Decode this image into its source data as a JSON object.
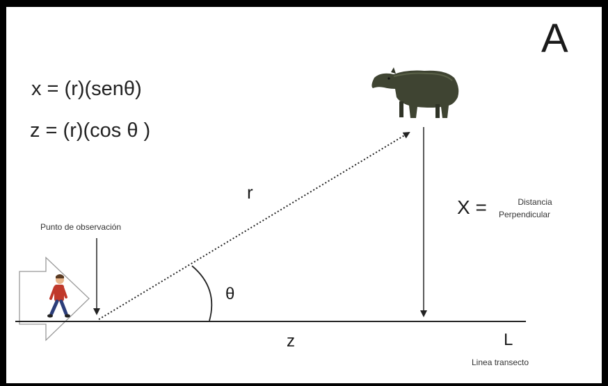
{
  "panel_label": "A",
  "formulas": {
    "x": "x = (r)(senθ)",
    "z": "z = (r)(cos θ )"
  },
  "labels": {
    "observation_point": "Punto de observación",
    "r": "r",
    "theta": "θ",
    "z": "z",
    "L": "L",
    "transect_line": "Linea transecto",
    "x_eq": "X =",
    "perpendicular_1": "Distancia",
    "perpendicular_2": "Perpendicular"
  },
  "icons": {
    "observer": "walking-person-icon",
    "animal": "tapir-icon",
    "direction": "arrow-right-icon"
  },
  "colors": {
    "frame": "#000000",
    "lines": "#222222",
    "person_shirt": "#c0392b",
    "person_pants": "#2c3e7a",
    "tapir_body": "#3f4432"
  }
}
